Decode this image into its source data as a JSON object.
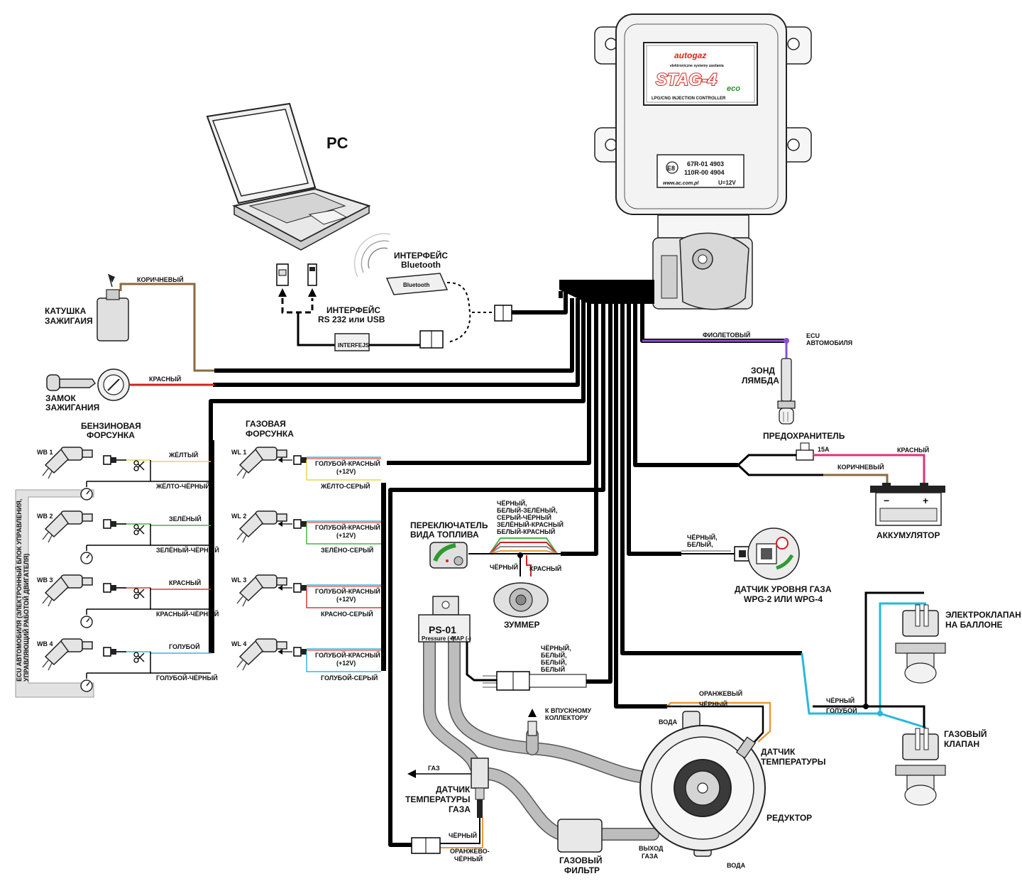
{
  "labels": {
    "pc": "PC",
    "ecu_brand": "autogaz",
    "ecu_tagline": "elektroniczne systemy zasilania",
    "ecu_model": "STAG-4",
    "ecu_eco": "eco",
    "ecu_subtitle": "LPG/CNG INJECTION CONTROLLER",
    "cert_1": "67R-01 4903",
    "cert_2": "110R-00 4904",
    "site": "www.ac.com.pl",
    "voltage": "U=12V",
    "e_mark": "E8",
    "bt_title": "ИНТЕРФЕЙС",
    "bt_sub": "Bluetooth",
    "bt_dev": "Bluetooth",
    "rs_title": "ИНТЕРФЕЙС",
    "rs_sub": "RS 232 или USB",
    "rs_dev": "INTERFEJS",
    "coil_1": "КАТУШКА",
    "coil_2": "ЗАЖИГАИЯ",
    "brown": "КОРИЧНЕВЫЙ",
    "lock_1": "ЗАМОК",
    "lock_2": "ЗАЖИГАНИЯ",
    "red": "КРАСНЫЙ",
    "violet": "ФИОЛЕТОВЫЙ",
    "car_ecu_1": "ECU",
    "car_ecu_2": "АВТОМОБИЛЯ",
    "lambda_1": "ЗОНД",
    "lambda_2": "ЛЯМБДА",
    "fuse": "ПРЕДОХРАНИТЕЛЬ",
    "fuse_rating": "15A",
    "battery_red": "КРАСНЫЙ",
    "battery_brown": "КОРИЧНЕВЫЙ",
    "battery_minus": "−",
    "battery_plus": "+",
    "battery": "АККУМУЛЯТОР",
    "petrol_inj_1": "БЕНЗИНОВАЯ",
    "petrol_inj_2": "ФОРСУНКА",
    "gas_inj_1": "ГАЗОВАЯ",
    "gas_inj_2": "ФОРСУНКА",
    "car_ecu_side_1": "ECU АВТОМОБИЛЯ (ЭЛЕКТРОННЫЙ БЛОК УПРАВЛЕНИЯ,",
    "car_ecu_side_2": "УПРАВЛЯЮЩИЙ РАБОТОЙ ДВИГАТЕЛЯ)",
    "switch_1": "ПЕРЕКЛЮЧАТЕЛЬ",
    "switch_2": "ВИДА ТОПЛИВА",
    "switch_wires_1": "ЧЁРНЫЙ,",
    "switch_wires_2": "БЕЛЫЙ-ЗЕЛЁНЫЙ,",
    "switch_wires_3": "СЕРЫЙ-ЧЁРНЫЙ",
    "switch_wires_4": "ЗЕЛЁНЫЙ-КРАСНЫЙ",
    "switch_wires_5": "БЕЛЫЙ-КРАСНЫЙ",
    "buzzer_black": "ЧЁРНЫЙ",
    "buzzer_red": "КРАСНЫЙ",
    "buzzer": "ЗУММЕР",
    "level_w1": "ЧЁРНЫЙ,",
    "level_w2": "БЕЛЫЙ,",
    "level_1": "ДАТЧИК УРОВНЯ ГАЗА",
    "level_2": "WPG-2 ИЛИ WPG-4",
    "tank_valve_1": "ЭЛЕКТРОКЛАПАН",
    "tank_valve_2": "НА БАЛЛОНЕ",
    "gas_valve_1": "ГАЗОВЫЙ",
    "gas_valve_2": "КЛАПАН",
    "valve_black": "ЧЁРНЫЙ",
    "valve_blue": "ГОЛУБОЙ",
    "ps": "PS-01",
    "ps_pressure": "Pressure (+)",
    "ps_map": "MAP (-)",
    "ps_w1": "ЧЁРНЫЙ,",
    "ps_w2": "БЕЛЫЙ,",
    "ps_w3": "БЕЛЫЙ,",
    "ps_w4": "БЕЛЫЙ",
    "manifold_1": "К ВПУСКНОМУ",
    "manifold_2": "КОЛЛЕКТОРУ",
    "red_orange": "ОРАНЖЕВЫЙ",
    "red_black": "ЧЁРНЫЙ",
    "water_top": "ВОДА",
    "temp_red_1": "ДАТЧИК",
    "temp_red_2": "ТЕМПЕРАТУРЫ",
    "reducer": "РЕДУКТОР",
    "gas_out_1": "ВЫХОД",
    "gas_out_2": "ГАЗА",
    "water_bot": "ВОДА",
    "gas_filter_1": "ГАЗОВЫЙ",
    "gas_filter_2": "ФИЛЬТР",
    "gas_arrow": "ГАЗ",
    "gas_temp_1": "ДАТЧИК",
    "gas_temp_2": "ТЕМПЕРАТУРЫ",
    "gas_temp_3": "ГАЗА",
    "gt_black": "ЧЁРНЫЙ",
    "gt_orange_1": "ОРАНЖЕВО-",
    "gt_orange_2": "ЧЁРНЫЙ"
  },
  "injectors": [
    {
      "wb": "WB 1",
      "wl": "WL 1",
      "petrol_wire": "ЖЁЛТЫЙ",
      "petrol_wire2": "ЖЁЛТО-ЧЁРНЫЙ",
      "gas_wire": "ГОЛУБОЙ-КРАСНЫЙ",
      "gas_v": "(+12V)",
      "gas_wire2": "ЖЁЛТО-СЕРЫЙ",
      "color": "#e8d64a"
    },
    {
      "wb": "WB 2",
      "wl": "WL 2",
      "petrol_wire": "ЗЕЛЁНЫЙ",
      "petrol_wire2": "ЗЕЛЁНЫЙ-ЧЁРНЫЙ",
      "gas_wire": "ГОЛУБОЙ-КРАСНЫЙ",
      "gas_v": "(+12V)",
      "gas_wire2": "ЗЕЛЁНО-СЕРЫЙ",
      "color": "#49b449"
    },
    {
      "wb": "WB 3",
      "wl": "WL 3",
      "petrol_wire": "КРАСНЫЙ",
      "petrol_wire2": "КРАСНЫЙ-ЧЁРНЫЙ",
      "gas_wire": "ГОЛУБОЙ-КРАСНЫЙ",
      "gas_v": "(+12V)",
      "gas_wire2": "КРАСНО-СЕРЫЙ",
      "color": "#d83a3a"
    },
    {
      "wb": "WB 4",
      "wl": "WL 4",
      "petrol_wire": "ГОЛУБОЙ",
      "petrol_wire2": "ГОЛУБОЙ-ЧЁРНЫЙ",
      "gas_wire": "ГОЛУБОЙ-КРАСНЫЙ",
      "gas_v": "(+12V)",
      "gas_wire2": "ГОЛУБОЙ-СЕРЫЙ",
      "color": "#34b8dc"
    }
  ],
  "colors": {
    "brown": "#8b6a3d",
    "red": "#d42020",
    "violet": "#8a4fd0",
    "pink": "#e0307a",
    "blue": "#27b7dc",
    "orange": "#e89a38",
    "ecu_red": "#d9241f"
  }
}
